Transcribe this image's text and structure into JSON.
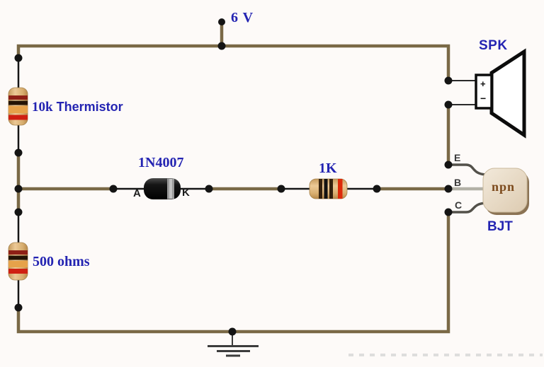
{
  "power": {
    "label": "6 V"
  },
  "thermistor": {
    "value": "10k",
    "name": "Thermistor"
  },
  "resistor500": {
    "label": "500 ohms"
  },
  "diode": {
    "label": "1N4007",
    "anode_label": "A",
    "cathode_label": "K"
  },
  "resistor1k": {
    "label": "1K"
  },
  "speaker": {
    "label": "SPK",
    "plus": "+",
    "minus": "−"
  },
  "transistor": {
    "label": "BJT",
    "marking": "npn",
    "emitter": "E",
    "base": "B",
    "collector": "C"
  },
  "colors": {
    "wire": "#7a6946",
    "lead": "#161616",
    "label_blue": "#2424b2",
    "resistor_body": "#ddb77e",
    "diode_band": "#9a9a9a",
    "transistor_body": "#e9dcc8"
  }
}
